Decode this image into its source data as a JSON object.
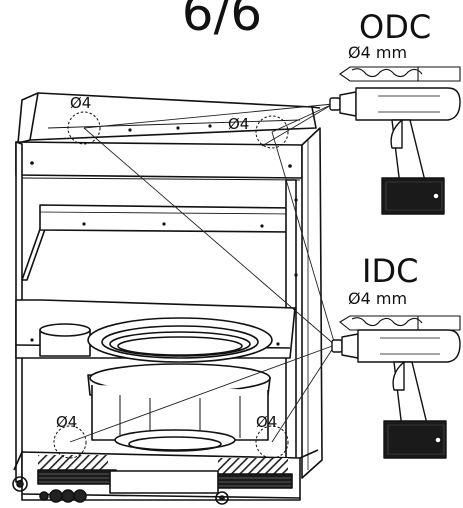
{
  "step": "6/6",
  "odc": {
    "title": "ODC",
    "drill_size": "Ø4 mm"
  },
  "idc": {
    "title": "IDC",
    "drill_size": "Ø4 mm"
  },
  "hole_labels": {
    "top_left": "Ø4",
    "top_right": "Ø4",
    "bottom_left": "Ø4",
    "bottom_right": "Ø4"
  }
}
